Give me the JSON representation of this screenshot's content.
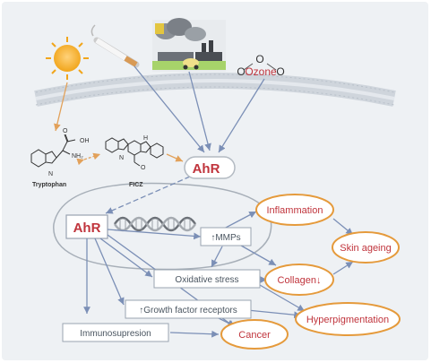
{
  "colors": {
    "background_panel": "#eef1f4",
    "membrane": "#cfd5dc",
    "arrow": "#7b8fb6",
    "arrow_orange": "#e2a15a",
    "ahr_text": "#c0343c",
    "ellipse_border": "#e59a3b",
    "outcome_text": "#c0343c",
    "box_border": "#9aa4b1",
    "box_text": "#4a5560"
  },
  "icons": [
    "sun-icon",
    "cigarette-icon",
    "pollution-icon",
    "ozone-molecule-icon",
    "tryptophan-structure-icon",
    "ficz-structure-icon",
    "dna-helix-icon"
  ],
  "labels": {
    "ozone": "Ozone",
    "ozone_o_left": "O",
    "ozone_o_right": "O",
    "ozone_o_top": "O",
    "tryptophan": "Tryptophan",
    "ficz": "FICZ",
    "ahr_receptor": "AhR",
    "ahr_nucleus": "AhR"
  },
  "molecule_text": {
    "oh": "OH",
    "o": "O",
    "nh2": "NH₂",
    "n1": "N",
    "n2": "N",
    "h": "H"
  },
  "boxes": {
    "mmps": "↑MMPs",
    "oxidative_stress": "Oxidative stress",
    "growth_factor": "↑Growth factor receptors",
    "immunosuppression": "Immunosupresion"
  },
  "outcomes": {
    "inflammation": "Inflammation",
    "skin_ageing": "Skin ageing",
    "collagen": "Collagen↓",
    "hyperpigmentation": "Hyperpigmentation",
    "cancer": "Cancer"
  }
}
